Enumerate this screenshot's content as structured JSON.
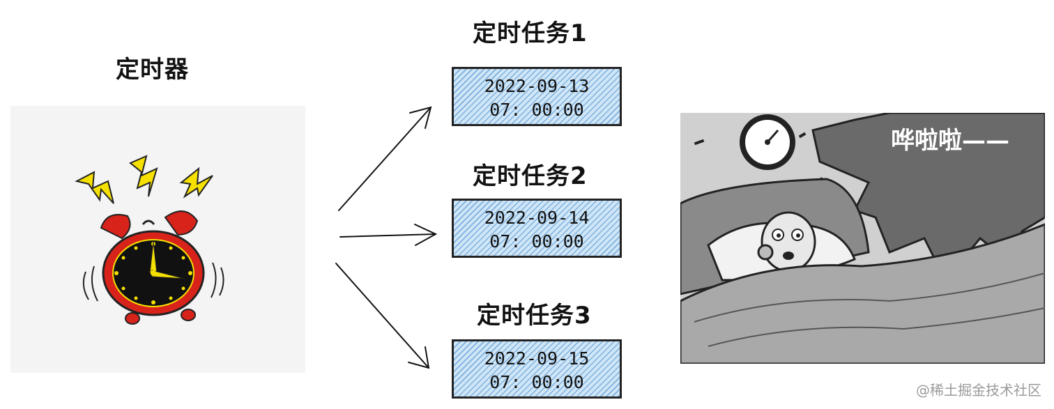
{
  "timer": {
    "title": "定时器"
  },
  "tasks": [
    {
      "title": "定时任务1",
      "date": "2022-09-13",
      "time": "07: 00:00"
    },
    {
      "title": "定时任务2",
      "date": "2022-09-14",
      "time": "07: 00:00"
    },
    {
      "title": "定时任务3",
      "date": "2022-09-15",
      "time": "07: 00:00"
    }
  ],
  "comic": {
    "caption": "哗啦啦——"
  },
  "watermark": "@稀土掘金技术社区",
  "colors": {
    "box_fill": "#cfe6f7",
    "hatch": "#3c82c8",
    "clock_red": "#d8231b",
    "bolt_yellow": "#f5e000"
  }
}
